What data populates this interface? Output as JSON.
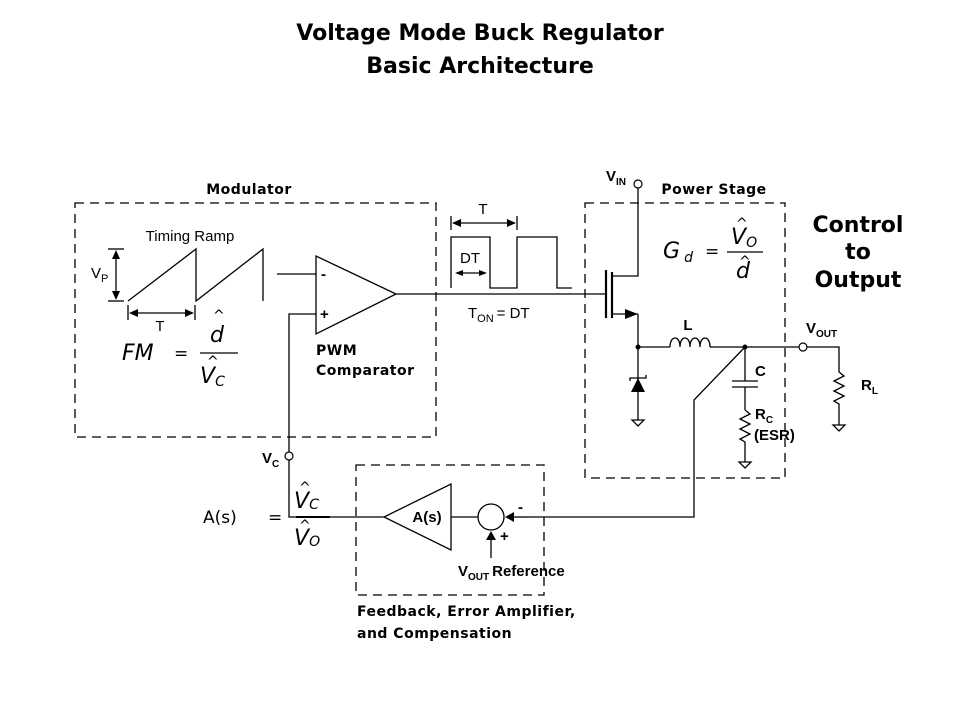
{
  "title": {
    "line1": "Voltage Mode Buck Regulator",
    "line2": "Basic Architecture"
  },
  "modulator": {
    "block_label": "Modulator",
    "ramp_label": "Timing Ramp",
    "vp_main": "V",
    "vp_sub": "P",
    "period_label": "T",
    "comparator_minus": "-",
    "comparator_plus": "+",
    "comparator_label_1": "PWM",
    "comparator_label_2": "Comparator",
    "fm_lhs": "FM",
    "fm_eq": "=",
    "fm_num": "d",
    "fm_den": "V",
    "fm_den_sub": "C",
    "hat": "^"
  },
  "pwm_waveform": {
    "period_label": "T",
    "dt_label": "DT",
    "ton_main": "T",
    "ton_sub": "ON",
    "ton_rhs": "= DT"
  },
  "power_stage": {
    "block_label": "Power Stage",
    "vin_main": "V",
    "vin_sub": "IN",
    "gd_lhs": "G",
    "gd_sub": "d",
    "gd_eq": "=",
    "gd_num": "V",
    "gd_num_sub": "O",
    "gd_den": "d",
    "inductor_label": "L",
    "capacitor_label": "C",
    "esr_main": "R",
    "esr_sub": "C",
    "esr_note": "(ESR)",
    "vout_main": "V",
    "vout_sub": "OUT",
    "load_main": "R",
    "load_sub": "L"
  },
  "side_note": {
    "line1": "Control",
    "line2": "to",
    "line3": "Output"
  },
  "feedback": {
    "block_label_1": "Feedback, Error Amplifier,",
    "block_label_2": "and Compensation",
    "amp_label": "A(s)",
    "sum_minus": "-",
    "sum_plus": "+",
    "ref_main": "V",
    "ref_sub": "OUT",
    "ref_rest": "Reference",
    "vc_main": "V",
    "vc_sub": "C",
    "as_lhs": "A(s)",
    "as_eq": "=",
    "as_num": "V",
    "as_num_sub": "C",
    "as_den": "V",
    "as_den_sub": "O"
  }
}
